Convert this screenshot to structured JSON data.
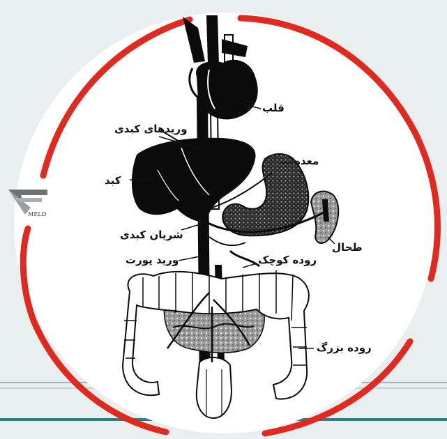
{
  "colors": {
    "ring": "#e02a1f",
    "organ": "#0b0b0b",
    "background": "#e9eeee",
    "panel": "#ffffff",
    "logo_gray": "#6d7274",
    "accent_band": "#2f7e82"
  },
  "logo": {
    "text": "MELD"
  },
  "labels": {
    "heart": "قلب",
    "hepatic_veins": "وریدهای کبدی",
    "stomach": "معده",
    "liver": "کبد",
    "spleen": "طحال",
    "hepatic_artery": "شریان کبدی",
    "portal_vein": "ورید پورت",
    "small_intestine": "روده کوچک",
    "large_intestine": "روده بزرگ"
  }
}
